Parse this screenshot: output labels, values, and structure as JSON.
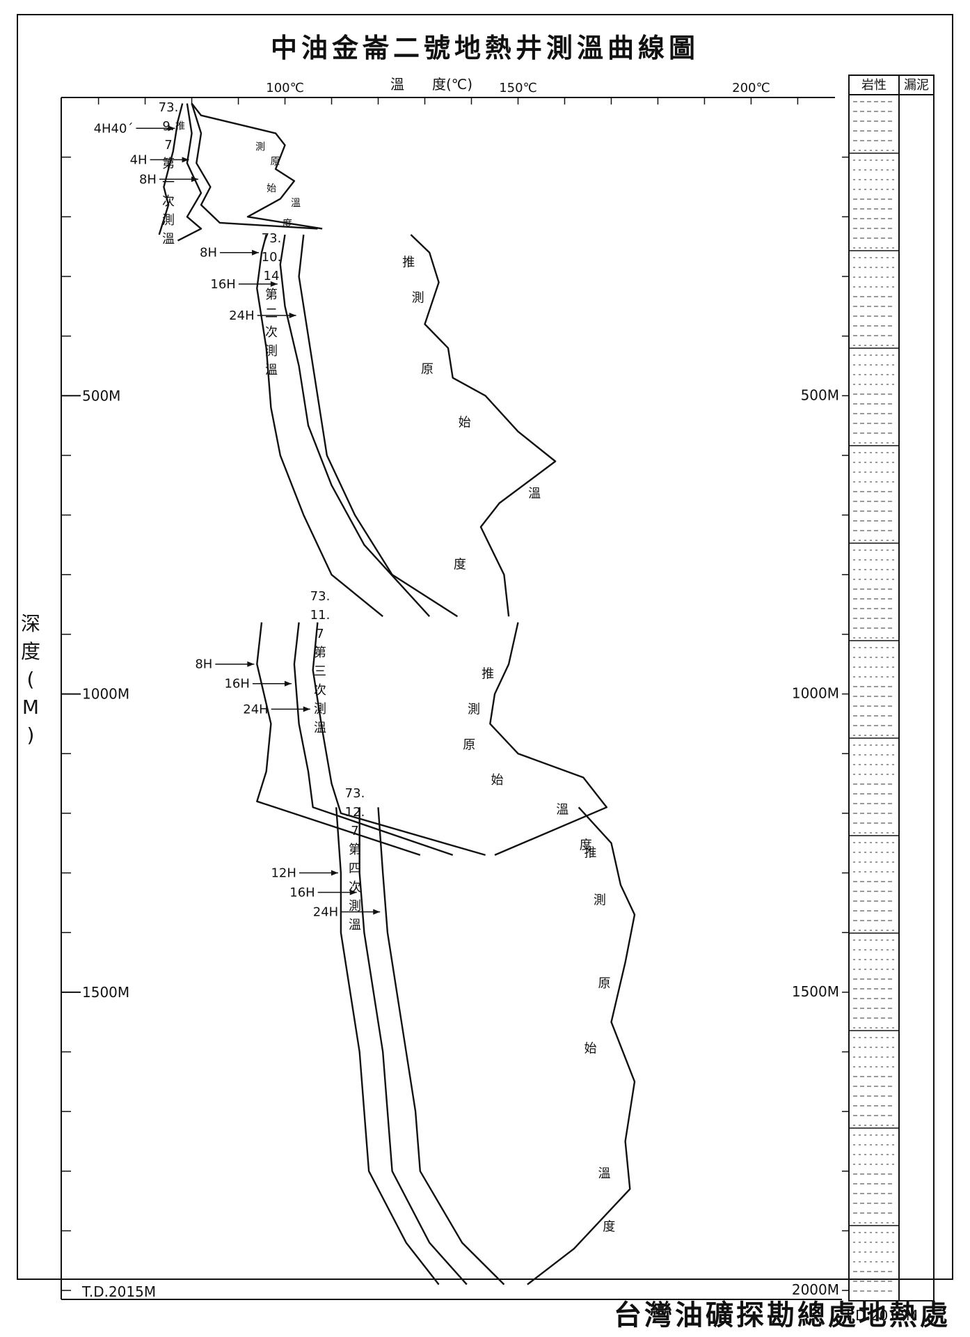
{
  "title": "中油金崙二號地熱井測溫曲線圖",
  "footer": "台灣油礦探勘總處地熱處",
  "chart_data": {
    "type": "line",
    "x_axis": {
      "label": "溫　　度(℃)",
      "ticks": [
        {
          "value": 100,
          "label": "100℃"
        },
        {
          "value": 150,
          "label": "150℃"
        },
        {
          "value": 200,
          "label": "200℃"
        }
      ],
      "xlim": [
        52,
        218
      ]
    },
    "y_axis": {
      "label": "深度(M)",
      "ticks": [
        {
          "value": 500,
          "label": "500M"
        },
        {
          "value": 1000,
          "label": "1000M"
        },
        {
          "value": 1500,
          "label": "1500M"
        }
      ],
      "td_label": "T.D.2015M",
      "ylim": [
        0,
        2015
      ],
      "inverted": true
    },
    "right_axis": {
      "ticks": [
        {
          "value": 500,
          "label": "500M"
        },
        {
          "value": 1000,
          "label": "1000M"
        },
        {
          "value": 1500,
          "label": "1500M"
        },
        {
          "value": 2000,
          "label": "2000M"
        }
      ],
      "td_label": "T.D.2015M"
    },
    "lithology_column": {
      "headers": [
        "岩性",
        "漏泥"
      ]
    },
    "surveys": [
      {
        "date_lines": [
          "73.",
          "9.",
          "7",
          "第",
          "一",
          "次",
          "測",
          "溫"
        ],
        "series": [
          {
            "label": "4H40´",
            "points": [
              [
                78,
                10
              ],
              [
                77,
                40
              ],
              [
                76,
                90
              ],
              [
                74,
                150
              ],
              [
                75,
                180
              ],
              [
                73,
                230
              ]
            ]
          },
          {
            "label": "4H",
            "points": [
              [
                79,
                10
              ],
              [
                80,
                60
              ],
              [
                79,
                110
              ],
              [
                82,
                160
              ],
              [
                79,
                200
              ],
              [
                82,
                220
              ],
              [
                77,
                240
              ]
            ]
          },
          {
            "label": "8H",
            "points": [
              [
                80,
                10
              ],
              [
                82,
                60
              ],
              [
                81,
                110
              ],
              [
                84,
                150
              ],
              [
                82,
                180
              ],
              [
                86,
                210
              ],
              [
                107,
                220
              ]
            ]
          }
        ],
        "original": {
          "label_lines": [
            "推",
            "測",
            "原",
            "始",
            "溫",
            "度"
          ],
          "points": [
            [
              80,
              10
            ],
            [
              82,
              30
            ],
            [
              98,
              60
            ],
            [
              100,
              80
            ],
            [
              98,
              120
            ],
            [
              102,
              140
            ],
            [
              99,
              170
            ],
            [
              92,
              200
            ],
            [
              108,
              220
            ]
          ]
        }
      },
      {
        "date_lines": [
          "73.",
          "10.",
          "14",
          "第",
          "二",
          "次",
          "測",
          "溫"
        ],
        "series": [
          {
            "label": "8H",
            "points": [
              [
                96,
                230
              ],
              [
                95,
                260
              ],
              [
                94,
                320
              ],
              [
                96,
                420
              ],
              [
                97,
                520
              ],
              [
                99,
                600
              ],
              [
                104,
                700
              ],
              [
                110,
                800
              ],
              [
                121,
                870
              ]
            ]
          },
          {
            "label": "16H",
            "points": [
              [
                100,
                230
              ],
              [
                99,
                280
              ],
              [
                100,
                350
              ],
              [
                103,
                450
              ],
              [
                105,
                550
              ],
              [
                110,
                650
              ],
              [
                117,
                750
              ],
              [
                131,
                870
              ]
            ]
          },
          {
            "label": "24H",
            "points": [
              [
                104,
                230
              ],
              [
                103,
                300
              ],
              [
                105,
                400
              ],
              [
                107,
                500
              ],
              [
                109,
                600
              ],
              [
                115,
                700
              ],
              [
                123,
                800
              ],
              [
                137,
                870
              ]
            ]
          }
        ],
        "original": {
          "label_lines": [
            "推",
            "測",
            "原",
            "始",
            "溫",
            "度"
          ],
          "points": [
            [
              127,
              230
            ],
            [
              131,
              260
            ],
            [
              133,
              310
            ],
            [
              130,
              380
            ],
            [
              135,
              420
            ],
            [
              136,
              470
            ],
            [
              143,
              500
            ],
            [
              150,
              560
            ],
            [
              158,
              610
            ],
            [
              146,
              680
            ],
            [
              142,
              720
            ],
            [
              147,
              800
            ],
            [
              148,
              870
            ]
          ]
        }
      },
      {
        "date_lines": [
          "73.",
          "11.",
          "7",
          "第",
          "三",
          "次",
          "測",
          "溫"
        ],
        "series": [
          {
            "label": "8H",
            "points": [
              [
                95,
                880
              ],
              [
                94,
                950
              ],
              [
                97,
                1050
              ],
              [
                96,
                1130
              ],
              [
                94,
                1180
              ],
              [
                129,
                1270
              ]
            ]
          },
          {
            "label": "16H",
            "points": [
              [
                103,
                880
              ],
              [
                102,
                950
              ],
              [
                103,
                1050
              ],
              [
                105,
                1130
              ],
              [
                106,
                1190
              ],
              [
                136,
                1270
              ]
            ]
          },
          {
            "label": "24H",
            "points": [
              [
                107,
                880
              ],
              [
                106,
                960
              ],
              [
                108,
                1060
              ],
              [
                110,
                1150
              ],
              [
                112,
                1200
              ],
              [
                143,
                1270
              ]
            ]
          }
        ],
        "original": {
          "label_lines": [
            "推",
            "測",
            "原",
            "始",
            "溫",
            "度"
          ],
          "points": [
            [
              150,
              880
            ],
            [
              148,
              950
            ],
            [
              145,
              1000
            ],
            [
              144,
              1050
            ],
            [
              150,
              1100
            ],
            [
              164,
              1140
            ],
            [
              169,
              1190
            ],
            [
              145,
              1270
            ]
          ]
        }
      },
      {
        "date_lines": [
          "73.",
          "12.",
          "7",
          "第",
          "四",
          "次",
          "測",
          "溫"
        ],
        "series": [
          {
            "label": "12H",
            "points": [
              [
                111,
                1190
              ],
              [
                112,
                1300
              ],
              [
                112,
                1400
              ],
              [
                114,
                1500
              ],
              [
                116,
                1600
              ],
              [
                117,
                1700
              ],
              [
                118,
                1800
              ],
              [
                126,
                1920
              ],
              [
                133,
                1990
              ]
            ]
          },
          {
            "label": "16H",
            "points": [
              [
                116,
                1190
              ],
              [
                116,
                1300
              ],
              [
                117,
                1400
              ],
              [
                119,
                1500
              ],
              [
                121,
                1600
              ],
              [
                122,
                1700
              ],
              [
                123,
                1800
              ],
              [
                131,
                1920
              ],
              [
                139,
                1990
              ]
            ]
          },
          {
            "label": "24H",
            "points": [
              [
                120,
                1190
              ],
              [
                121,
                1300
              ],
              [
                122,
                1400
              ],
              [
                124,
                1500
              ],
              [
                126,
                1600
              ],
              [
                128,
                1700
              ],
              [
                129,
                1800
              ],
              [
                138,
                1920
              ],
              [
                147,
                1990
              ]
            ]
          }
        ],
        "original": {
          "label_lines": [
            "推",
            "測",
            "原",
            "始",
            "溫",
            "度"
          ],
          "points": [
            [
              163,
              1190
            ],
            [
              170,
              1250
            ],
            [
              172,
              1320
            ],
            [
              175,
              1370
            ],
            [
              173,
              1450
            ],
            [
              170,
              1550
            ],
            [
              175,
              1650
            ],
            [
              173,
              1750
            ],
            [
              174,
              1830
            ],
            [
              162,
              1930
            ],
            [
              152,
              1990
            ]
          ]
        }
      }
    ]
  }
}
